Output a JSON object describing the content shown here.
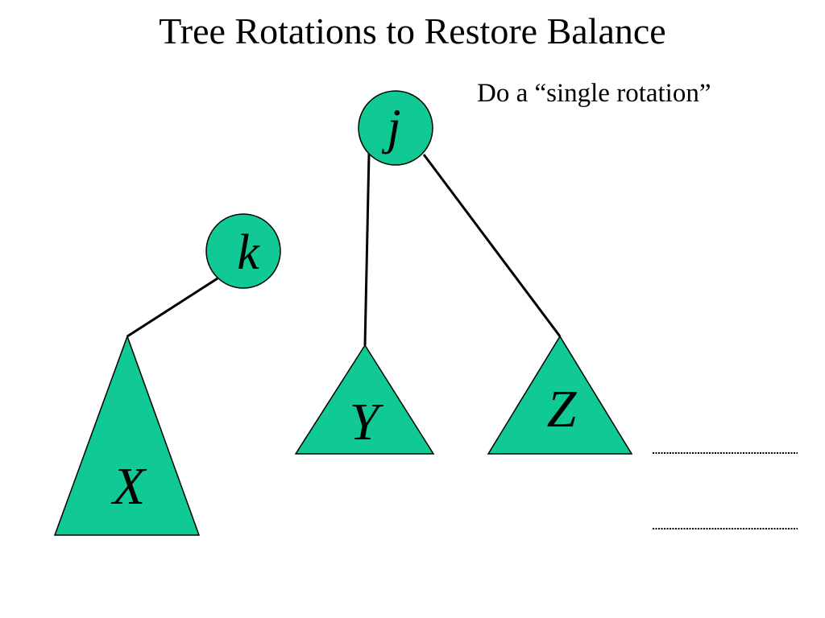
{
  "title": "Tree Rotations to Restore Balance",
  "subtitle": "Do a “single rotation”",
  "colors": {
    "node_fill": "#10c994",
    "stroke": "#000000",
    "background": "#ffffff"
  },
  "nodes": {
    "j": "j",
    "k": "k"
  },
  "subtrees": {
    "x": "X",
    "y": "Y",
    "z": "Z"
  }
}
